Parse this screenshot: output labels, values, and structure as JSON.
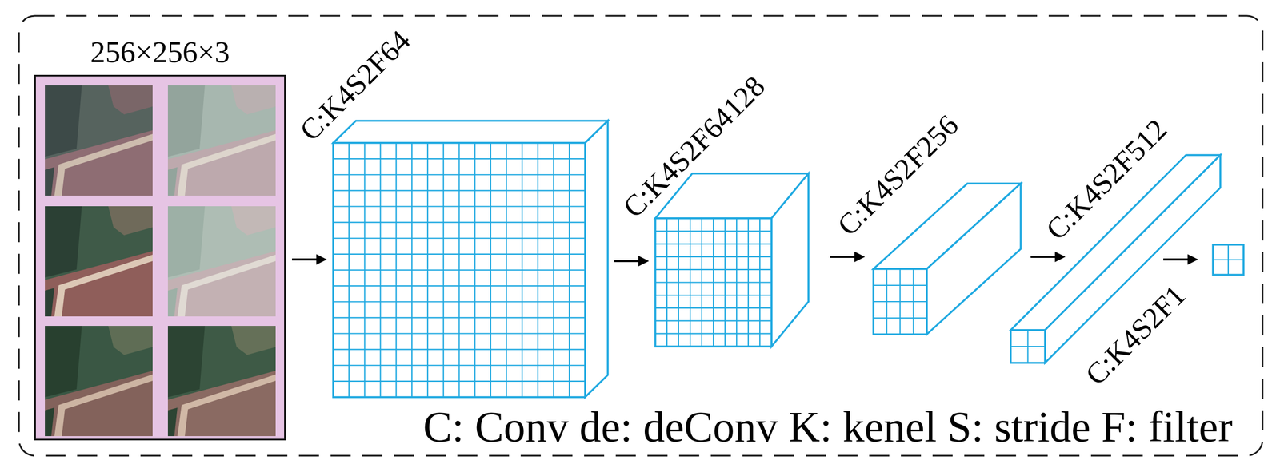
{
  "diagram": {
    "nodes": [
      {
        "text": [
          "C: Conv de: deConv K: kenel S: stride F: filter"
        ]
      },
      {
        "text": [
          "256×256×3"
        ],
        "in": 0
      },
      {
        "text": [
          "C:K4S2F64"
        ],
        "in": 0
      },
      {
        "text": [
          "C:K4S2F64128"
        ],
        "in": 0
      },
      {
        "text": [
          "C:K4S2F256"
        ],
        "in": 0
      },
      {
        "text": [
          "C:K4S2F512"
        ],
        "in": 0
      },
      {
        "text": [
          "C:K4S2F1"
        ],
        "in": 0
      }
    ],
    "edges": [
      {
        "from": 1,
        "to": 2,
        "arrow": "to"
      },
      {
        "from": 2,
        "to": 3,
        "arrow": "to"
      },
      {
        "from": 3,
        "to": 4,
        "arrow": "to"
      },
      {
        "from": 4,
        "to": 5,
        "arrow": "to"
      },
      {
        "from": 5,
        "to": 6,
        "arrow": "to"
      }
    ]
  }
}
